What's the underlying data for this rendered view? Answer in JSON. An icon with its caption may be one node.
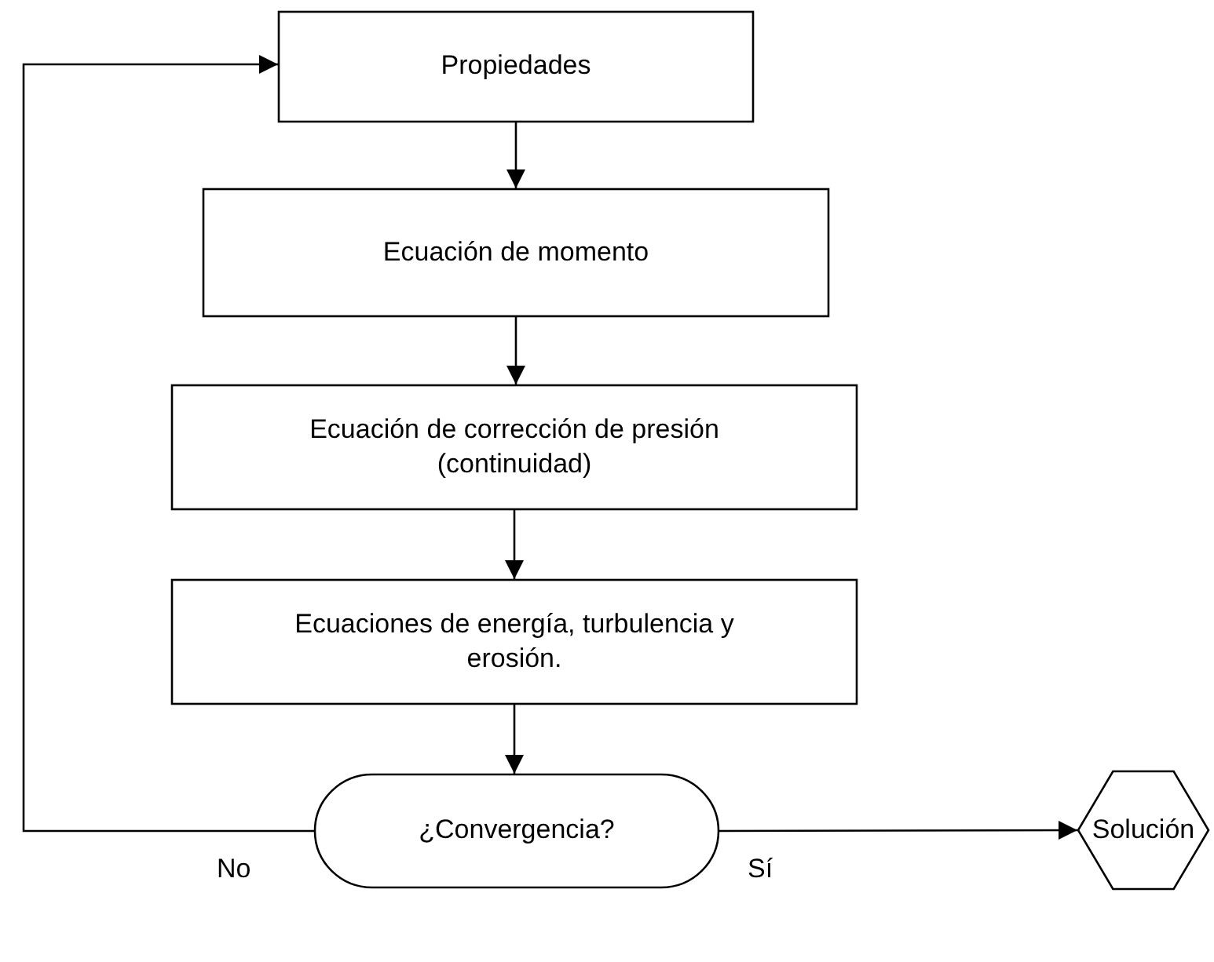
{
  "diagram": {
    "nodes": [
      {
        "text": [
          "Propiedades"
        ]
      },
      {
        "text": [
          "Ecuación de momento"
        ]
      },
      {
        "text": [
          "Ecuación de corrección de presión (continuidad)"
        ]
      },
      {
        "text": [
          "Ecuaciones de energía, turbulencia y erosión."
        ]
      },
      {
        "text": [
          "¿Convergencia?"
        ]
      },
      {
        "text": [
          "Solución"
        ]
      }
    ],
    "edges": [
      {
        "from": 0,
        "to": 1,
        "arrow": "to"
      },
      {
        "from": 1,
        "to": 2,
        "arrow": "to"
      },
      {
        "from": 2,
        "to": 3,
        "arrow": "to"
      },
      {
        "from": 3,
        "to": 4,
        "arrow": "to"
      },
      {
        "from": 4,
        "to": 0,
        "arrow": "to",
        "label": "No"
      },
      {
        "from": 4,
        "to": 5,
        "arrow": "to",
        "label": "Sí"
      }
    ]
  }
}
